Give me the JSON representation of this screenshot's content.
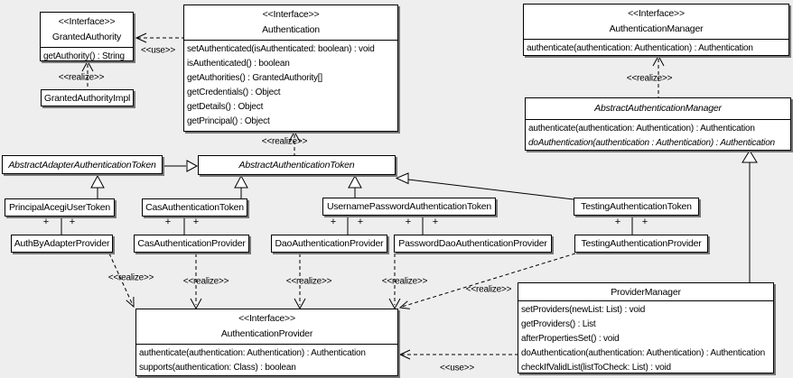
{
  "diagram": {
    "background": "#eeeeee",
    "stereotype_interface": "<<Interface>>",
    "label_realize": "<<realize>>",
    "label_use": "<<use>>",
    "label_plus": "+",
    "classes": [
      {
        "name": "GrantedAuthority",
        "kind": "interface",
        "methods": [
          "getAuthority() : String"
        ]
      },
      {
        "name": "Authentication",
        "kind": "interface",
        "methods": [
          "setAuthenticated(isAuthenticated: boolean) : void",
          "isAuthenticated() : boolean",
          "getAuthorities() : GrantedAuthority[]",
          "getCredentials() : Object",
          "getDetails() : Object",
          "getPrincipal() : Object"
        ]
      },
      {
        "name": "AuthenticationManager",
        "kind": "interface",
        "methods": [
          "authenticate(authentication: Authentication) : Authentication"
        ]
      },
      {
        "name": "AbstractAuthenticationManager",
        "kind": "abstract-class",
        "methods": [
          "authenticate(authentication: Authentication) : Authentication",
          "doAuthentication(authentication : Authentication) : Authentication"
        ]
      },
      {
        "name": "GrantedAuthorityImpl",
        "kind": "class",
        "methods": []
      },
      {
        "name": "AbstractAdapterAuthenticationToken",
        "kind": "abstract-class",
        "methods": []
      },
      {
        "name": "AbstractAuthenticationToken",
        "kind": "abstract-class",
        "methods": []
      },
      {
        "name": "PrincipalAcegiUserToken",
        "kind": "class",
        "methods": []
      },
      {
        "name": "CasAuthenticationToken",
        "kind": "class",
        "methods": []
      },
      {
        "name": "UsernamePasswordAuthenticationToken",
        "kind": "class",
        "methods": []
      },
      {
        "name": "TestingAuthenticationToken",
        "kind": "class",
        "methods": []
      },
      {
        "name": "AuthByAdapterProvider",
        "kind": "class",
        "methods": []
      },
      {
        "name": "CasAuthenticationProvider",
        "kind": "class",
        "methods": []
      },
      {
        "name": "DaoAuthenticationProvider",
        "kind": "class",
        "methods": []
      },
      {
        "name": "PasswordDaoAuthenticationProvider",
        "kind": "class",
        "methods": []
      },
      {
        "name": "TestingAuthenticationProvider",
        "kind": "class",
        "methods": []
      },
      {
        "name": "AuthenticationProvider",
        "kind": "interface",
        "methods": [
          "authenticate(authentication: Authentication) : Authentication",
          "supports(authentication: Class) : boolean"
        ]
      },
      {
        "name": "ProviderManager",
        "kind": "class",
        "methods": [
          "setProviders(newList: List) : void",
          "getProviders() : List",
          "afterPropertiesSet() : void",
          "doAuthentication(authentication: Authentication) : Authentication",
          "checkIfValidList(listToCheck: List) : void"
        ]
      }
    ],
    "relations": [
      {
        "type": "use",
        "from": "Authentication",
        "to": "GrantedAuthority"
      },
      {
        "type": "realize",
        "from": "GrantedAuthorityImpl",
        "to": "GrantedAuthority"
      },
      {
        "type": "realize",
        "from": "AbstractAuthenticationToken",
        "to": "Authentication"
      },
      {
        "type": "realize",
        "from": "AbstractAuthenticationManager",
        "to": "AuthenticationManager"
      },
      {
        "type": "generalize",
        "from": "AbstractAdapterAuthenticationToken",
        "to": "AbstractAuthenticationToken"
      },
      {
        "type": "generalize",
        "from": "PrincipalAcegiUserToken",
        "to": "AbstractAdapterAuthenticationToken"
      },
      {
        "type": "generalize",
        "from": "CasAuthenticationToken",
        "to": "AbstractAuthenticationToken"
      },
      {
        "type": "generalize",
        "from": "UsernamePasswordAuthenticationToken",
        "to": "AbstractAuthenticationToken"
      },
      {
        "type": "generalize",
        "from": "TestingAuthenticationToken",
        "to": "AbstractAuthenticationToken"
      },
      {
        "type": "generalize",
        "from": "ProviderManager",
        "to": "AbstractAuthenticationManager"
      },
      {
        "type": "association",
        "from": "PrincipalAcegiUserToken",
        "to": "AuthByAdapterProvider"
      },
      {
        "type": "association",
        "from": "CasAuthenticationToken",
        "to": "CasAuthenticationProvider"
      },
      {
        "type": "association",
        "from": "UsernamePasswordAuthenticationToken",
        "to": "DaoAuthenticationProvider"
      },
      {
        "type": "association",
        "from": "UsernamePasswordAuthenticationToken",
        "to": "PasswordDaoAuthenticationProvider"
      },
      {
        "type": "association",
        "from": "TestingAuthenticationToken",
        "to": "TestingAuthenticationProvider"
      },
      {
        "type": "realize",
        "from": "AuthByAdapterProvider",
        "to": "AuthenticationProvider"
      },
      {
        "type": "realize",
        "from": "CasAuthenticationProvider",
        "to": "AuthenticationProvider"
      },
      {
        "type": "realize",
        "from": "DaoAuthenticationProvider",
        "to": "AuthenticationProvider"
      },
      {
        "type": "realize",
        "from": "PasswordDaoAuthenticationProvider",
        "to": "AuthenticationProvider"
      },
      {
        "type": "realize",
        "from": "TestingAuthenticationProvider",
        "to": "AuthenticationProvider"
      },
      {
        "type": "use",
        "from": "ProviderManager",
        "to": "AuthenticationProvider"
      }
    ]
  }
}
